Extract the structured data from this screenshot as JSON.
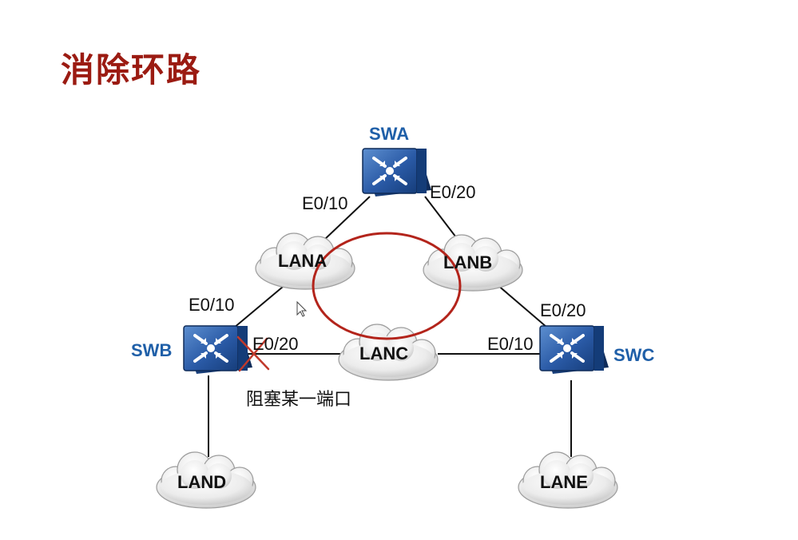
{
  "title": "消除环路",
  "switches": {
    "swa": {
      "name": "SWA",
      "port_left": "E0/10",
      "port_right": "E0/20"
    },
    "swb": {
      "name": "SWB",
      "port_up": "E0/10",
      "port_right": "E0/20"
    },
    "swc": {
      "name": "SWC",
      "port_up": "E0/20",
      "port_left": "E0/10"
    }
  },
  "lans": {
    "lana": "LANA",
    "lanb": "LANB",
    "lanc": "LANC",
    "land": "LAND",
    "lane": "LANE"
  },
  "note": "阻塞某一端口",
  "colors": {
    "title": "#9b1b12",
    "switch_label": "#1f5fa8",
    "switch_body": "#1b4f95",
    "loop_circle": "#b3241b",
    "block_mark": "#c0392b"
  },
  "icons": {
    "switch": "switch-icon",
    "cloud": "cloud-icon",
    "blocked_port": "x-mark-icon",
    "cursor": "cursor-icon"
  }
}
